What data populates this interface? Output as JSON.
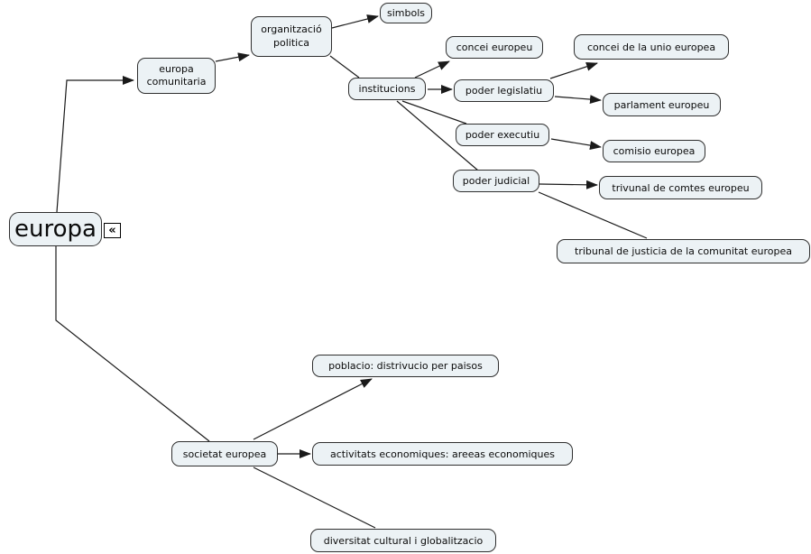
{
  "map": {
    "title": "europa concept map",
    "colors": {
      "background": "#ffffff",
      "node_fill": "#ecf2f5",
      "node_border": "#2f2f2f",
      "line": "#1a1a1a"
    },
    "collapse_toggle": {
      "glyph": "«"
    },
    "nodes": [
      {
        "id": "europa",
        "label": "europa"
      },
      {
        "id": "europa-comunitaria",
        "label": "europa comunitaria"
      },
      {
        "id": "organitzacio-politica",
        "label": "organització politica"
      },
      {
        "id": "simbols",
        "label": "simbols"
      },
      {
        "id": "institucions",
        "label": "institucions"
      },
      {
        "id": "concei-europeu",
        "label": "concei europeu"
      },
      {
        "id": "concei-unio-europea",
        "label": "concei de la unio europea"
      },
      {
        "id": "poder-legislatiu",
        "label": "poder legislatiu"
      },
      {
        "id": "parlament-europeu",
        "label": "parlament europeu"
      },
      {
        "id": "poder-executiu",
        "label": "poder executiu"
      },
      {
        "id": "comisio-europea",
        "label": "comisio europea"
      },
      {
        "id": "poder-judicial",
        "label": "poder judicial"
      },
      {
        "id": "trivunal-comtes",
        "label": "trivunal de comtes europeu"
      },
      {
        "id": "tribunal-justicia",
        "label": "tribunal de justicia de la comunitat europea"
      },
      {
        "id": "societat-europea",
        "label": "societat europea"
      },
      {
        "id": "poblacio",
        "label": "poblacio: distrivucio per paisos"
      },
      {
        "id": "activitats",
        "label": "activitats economiques: areeas economiques"
      },
      {
        "id": "diversitat",
        "label": "diversitat cultural i globalitzacio"
      }
    ],
    "edges": [
      {
        "from": "europa",
        "to": "europa-comunitaria",
        "arrow": true
      },
      {
        "from": "europa-comunitaria",
        "to": "organitzacio-politica",
        "arrow": true
      },
      {
        "from": "organitzacio-politica",
        "to": "simbols",
        "arrow": true
      },
      {
        "from": "organitzacio-politica",
        "to": "institucions",
        "arrow": false
      },
      {
        "from": "institucions",
        "to": "concei-europeu",
        "arrow": true
      },
      {
        "from": "institucions",
        "to": "poder-legislatiu",
        "arrow": true
      },
      {
        "from": "institucions",
        "to": "poder-executiu",
        "arrow": false
      },
      {
        "from": "institucions",
        "to": "poder-judicial",
        "arrow": false
      },
      {
        "from": "poder-legislatiu",
        "to": "concei-unio-europea",
        "arrow": true
      },
      {
        "from": "poder-legislatiu",
        "to": "parlament-europeu",
        "arrow": true
      },
      {
        "from": "poder-executiu",
        "to": "comisio-europea",
        "arrow": true
      },
      {
        "from": "poder-judicial",
        "to": "trivunal-comtes",
        "arrow": true
      },
      {
        "from": "poder-judicial",
        "to": "tribunal-justicia",
        "arrow": false
      },
      {
        "from": "europa",
        "to": "societat-europea",
        "arrow": false
      },
      {
        "from": "societat-europea",
        "to": "poblacio",
        "arrow": true
      },
      {
        "from": "societat-europea",
        "to": "activitats",
        "arrow": true
      },
      {
        "from": "societat-europea",
        "to": "diversitat",
        "arrow": false
      }
    ]
  }
}
